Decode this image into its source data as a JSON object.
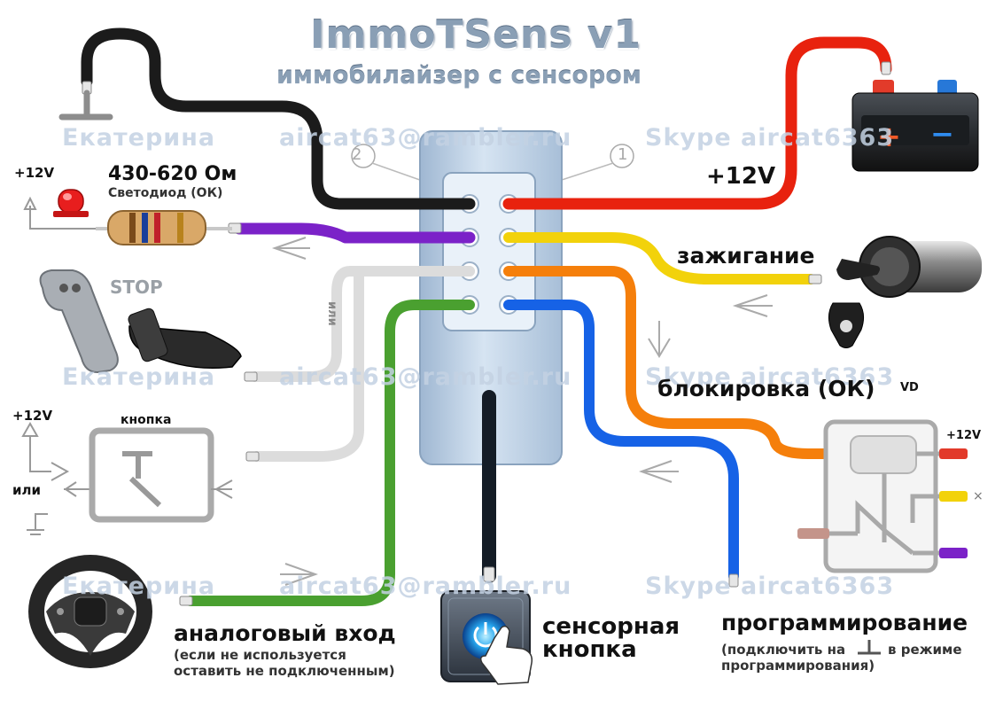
{
  "header": {
    "title": "ImmoTSens v1",
    "subtitle": "иммобилайзер с сенсором"
  },
  "watermark": {
    "name": "Екатерина",
    "email": "aircat63@rambler.ru",
    "skype": "Skype  aircat6363"
  },
  "labels": {
    "v12_led": "+12V",
    "resistor_value": "430-620 Ом",
    "led_caption": "Светодиод (ОК)",
    "stop": "STOP",
    "ili_vertical": "или",
    "v12_button": "+12V",
    "button": "кнопка",
    "ili_button": "или",
    "v12_battery": "+12V",
    "ignition": "зажигание",
    "blocking": "блокировка (ОК)",
    "vd": "VD",
    "v12_relay": "+12V",
    "analog_input": "аналоговый вход",
    "analog_note_1": "(если не используется",
    "analog_note_2": "оставить не подключенным)",
    "touch_1": "сенсорная",
    "touch_2": "кнопка",
    "programming": "программирование",
    "prog_note_1a": "(подключить на",
    "prog_note_1b": "в режиме",
    "prog_note_2": "программирования)",
    "pin_1": "1",
    "pin_2": "2"
  },
  "colors": {
    "wire_black": "#1b1b1b",
    "wire_red": "#e8220e",
    "wire_purple": "#7b22c8",
    "wire_yellow": "#f2d20b",
    "wire_white": "#dcdcdc",
    "wire_orange": "#f57f0b",
    "wire_green": "#4aa030",
    "wire_blue": "#1662e6",
    "module": "#b8cde3"
  }
}
